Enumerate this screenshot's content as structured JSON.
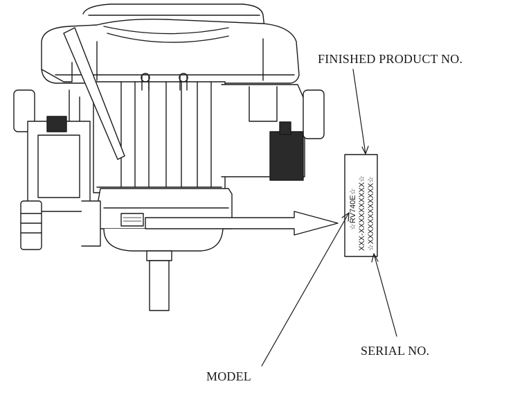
{
  "labels": {
    "finished_product_no": "FINISHED PRODUCT NO.",
    "serial_no": "SERIAL NO.",
    "model": "MODEL"
  },
  "nameplate": {
    "finished_product_line": "XXX-XXXXXXXXXX☆",
    "model_line": "☆RV740E☆",
    "serial_line": "☆XXXXXXXXXXXX☆"
  },
  "colors": {
    "line": "#1a1a1a",
    "fill": "#ffffff",
    "dark_component": "#2a2a2a"
  }
}
